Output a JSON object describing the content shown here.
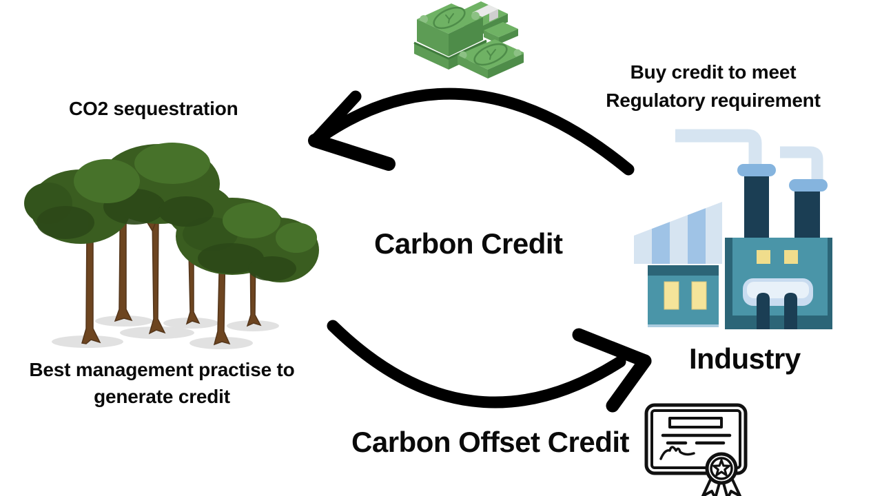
{
  "diagram": {
    "type": "cycle",
    "title_top_flow": "Carbon Credit",
    "title_bottom_flow": "Carbon Offset Credit"
  },
  "labels": {
    "co2_sequestration": "CO2 sequestration",
    "best_practice_line1": "Best management practise to",
    "best_practice_line2": "generate credit",
    "buy_credit_line1": "Buy credit to meet",
    "buy_credit_line2": "Regulatory requirement",
    "industry": "Industry",
    "carbon_credit": "Carbon Credit",
    "carbon_offset_credit": "Carbon Offset Credit"
  },
  "icons": {
    "money": "money-stack-icon",
    "forest": "forest-trees-icon",
    "factory": "factory-icon",
    "certificate": "certificate-icon",
    "arrow_top": "curved-arrow-pointing-left",
    "arrow_bottom": "curved-arrow-pointing-right"
  },
  "colors": {
    "background": "#ffffff",
    "text": "#0a0a0a",
    "arrow": "#000000",
    "money_green_top": "#6fb264",
    "money_green_front": "#5d9c55",
    "money_green_side": "#4e8c49",
    "money_band_gray": "#e9e9e9",
    "tree_canopy": "#3a5d20",
    "tree_canopy_dark": "#2c4818",
    "tree_canopy_light": "#47722a",
    "tree_trunk": "#6d4520",
    "tree_shadow": "#dadada",
    "factory_teal": "#4a95a8",
    "factory_dark_teal": "#2c6577",
    "factory_navy": "#1b3e54",
    "factory_light_blue": "#d6e4f1",
    "factory_mid_blue": "#85b4de",
    "factory_roof_blue": "#9fc3e6",
    "window_yellow": "#f5e49a",
    "certificate_ink": "#111111"
  }
}
